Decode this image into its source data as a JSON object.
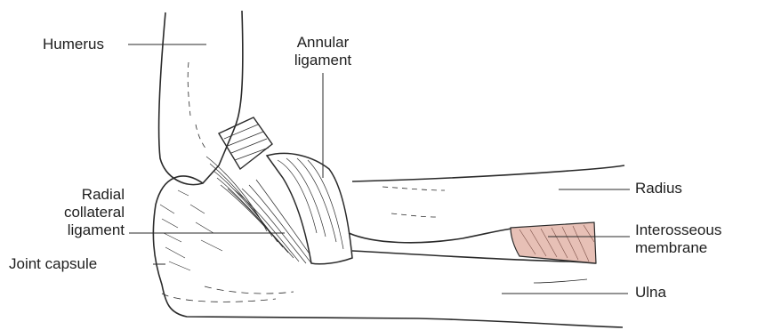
{
  "labels": {
    "humerus": "Humerus",
    "annular_ligament": [
      "Annular",
      "ligament"
    ],
    "radius": "Radius",
    "radial_collateral_ligament": [
      "Radial",
      "collateral",
      "ligament"
    ],
    "interosseous_membrane": [
      "Interosseous",
      "membrane"
    ],
    "joint_capsule": "Joint capsule",
    "ulna": "Ulna"
  },
  "colors": {
    "outline": "#2a2a2a",
    "membrane_fill": "#e7c0b6",
    "text": "#1e1e1e"
  }
}
